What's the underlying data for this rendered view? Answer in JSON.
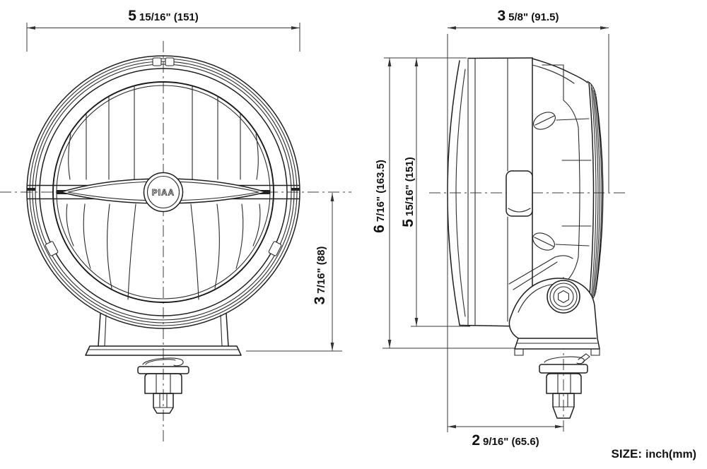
{
  "title": "PIAA lamp dimensional drawing",
  "colors": {
    "background": "#ffffff",
    "line": "#1f1f1f",
    "dim_line": "#3a3a3a"
  },
  "front_view": {
    "logo": "PIAA",
    "dims": {
      "width": {
        "big": "5",
        "small": "15/16\" (151)"
      },
      "below_center": {
        "big": "3",
        "small": "7/16\" (88)"
      }
    }
  },
  "side_view": {
    "dims": {
      "depth": {
        "big": "3",
        "small": "5/8\" (91.5)"
      },
      "overall_height": {
        "big": "6",
        "small": "7/16\" (163.5)"
      },
      "body_height": {
        "big": "5",
        "small": "15/16\" (151)"
      },
      "stud_offset": {
        "big": "2",
        "small": "9/16\" (65.6)"
      }
    }
  },
  "note": {
    "label": "SIZE:",
    "units": "inch(mm)"
  }
}
